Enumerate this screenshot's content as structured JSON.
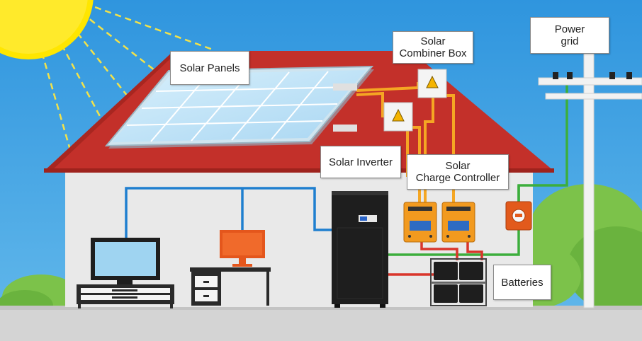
{
  "labels": {
    "solar_panels": "Solar Panels",
    "combiner_box_line1": "Solar",
    "combiner_box_line2": "Combiner Box",
    "power_grid_line1": "Power",
    "power_grid_line2": "grid",
    "solar_inverter": "Solar Inverter",
    "charge_controller_line1": "Solar",
    "charge_controller_line2": "Charge Controller",
    "batteries": "Batteries"
  },
  "colors": {
    "sky": "#3a9ee0",
    "sun": "#ffe600",
    "sun_rays": "#f2e24a",
    "roof": "#c3302a",
    "wall": "#eaeaea",
    "ground": "#cfcfcf",
    "dc_wire": "#f5a623",
    "data_wire": "#1f7fcf",
    "ac_wire": "#3cae3c",
    "battery_wire": "#d9362b",
    "panel": "#bfe2f7",
    "inverter": "#1e1e1e",
    "controller": "#f29a1f"
  }
}
